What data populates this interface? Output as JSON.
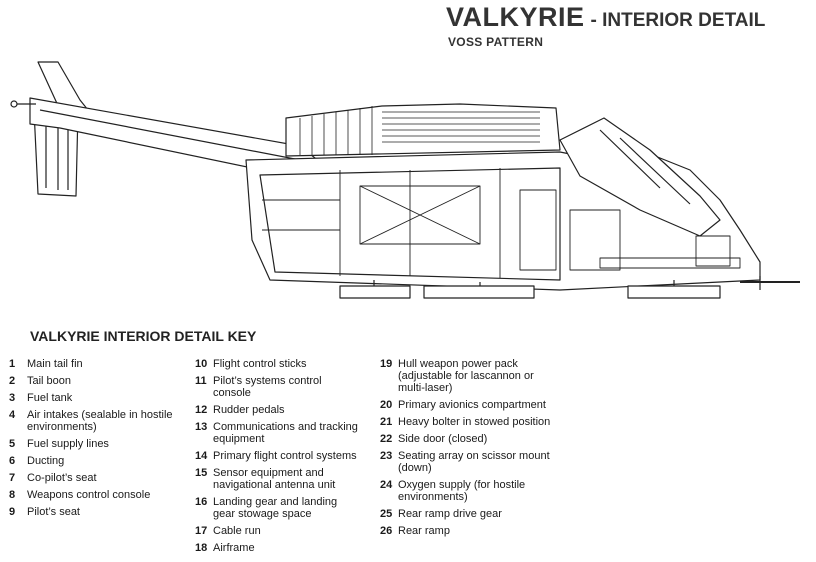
{
  "title": {
    "main": "VALKYRIE",
    "sub": "- INTERIOR DETAIL",
    "pattern": "VOSS PATTERN"
  },
  "key": {
    "heading": "VALKYRIE INTERIOR DETAIL KEY",
    "columns": [
      [
        {
          "n": "1",
          "t": "Main tail fin"
        },
        {
          "n": "2",
          "t": "Tail boon"
        },
        {
          "n": "3",
          "t": "Fuel tank"
        },
        {
          "n": "4",
          "t": "Air intakes (sealable in hostile environments)"
        },
        {
          "n": "5",
          "t": "Fuel supply lines"
        },
        {
          "n": "6",
          "t": "Ducting"
        },
        {
          "n": "7",
          "t": "Co-pilot’s seat"
        },
        {
          "n": "8",
          "t": "Weapons control console"
        },
        {
          "n": "9",
          "t": "Pilot’s seat"
        }
      ],
      [
        {
          "n": "10",
          "t": "Flight control sticks"
        },
        {
          "n": "11",
          "t": "Pilot’s systems control console"
        },
        {
          "n": "12",
          "t": "Rudder pedals"
        },
        {
          "n": "13",
          "t": "Communications and tracking equipment"
        },
        {
          "n": "14",
          "t": "Primary flight control systems"
        },
        {
          "n": "15",
          "t": "Sensor equipment and navigational antenna unit"
        },
        {
          "n": "16",
          "t": "Landing gear and landing gear stowage space"
        },
        {
          "n": "17",
          "t": "Cable run"
        },
        {
          "n": "18",
          "t": "Airframe"
        }
      ],
      [
        {
          "n": "19",
          "t": "Hull weapon power pack (adjustable for lascannon or multi-laser)"
        },
        {
          "n": "20",
          "t": "Primary avionics compartment"
        },
        {
          "n": "21",
          "t": "Heavy bolter in stowed position"
        },
        {
          "n": "22",
          "t": "Side door (closed)"
        },
        {
          "n": "23",
          "t": "Seating array on scissor mount (down)"
        },
        {
          "n": "24",
          "t": "Oxygen supply (for hostile environments)"
        },
        {
          "n": "25",
          "t": "Rear ramp drive gear"
        },
        {
          "n": "26",
          "t": "Rear ramp"
        }
      ]
    ]
  },
  "colors": {
    "line": "#222222",
    "shade": "#bdbdbd",
    "paper": "#ffffff"
  }
}
